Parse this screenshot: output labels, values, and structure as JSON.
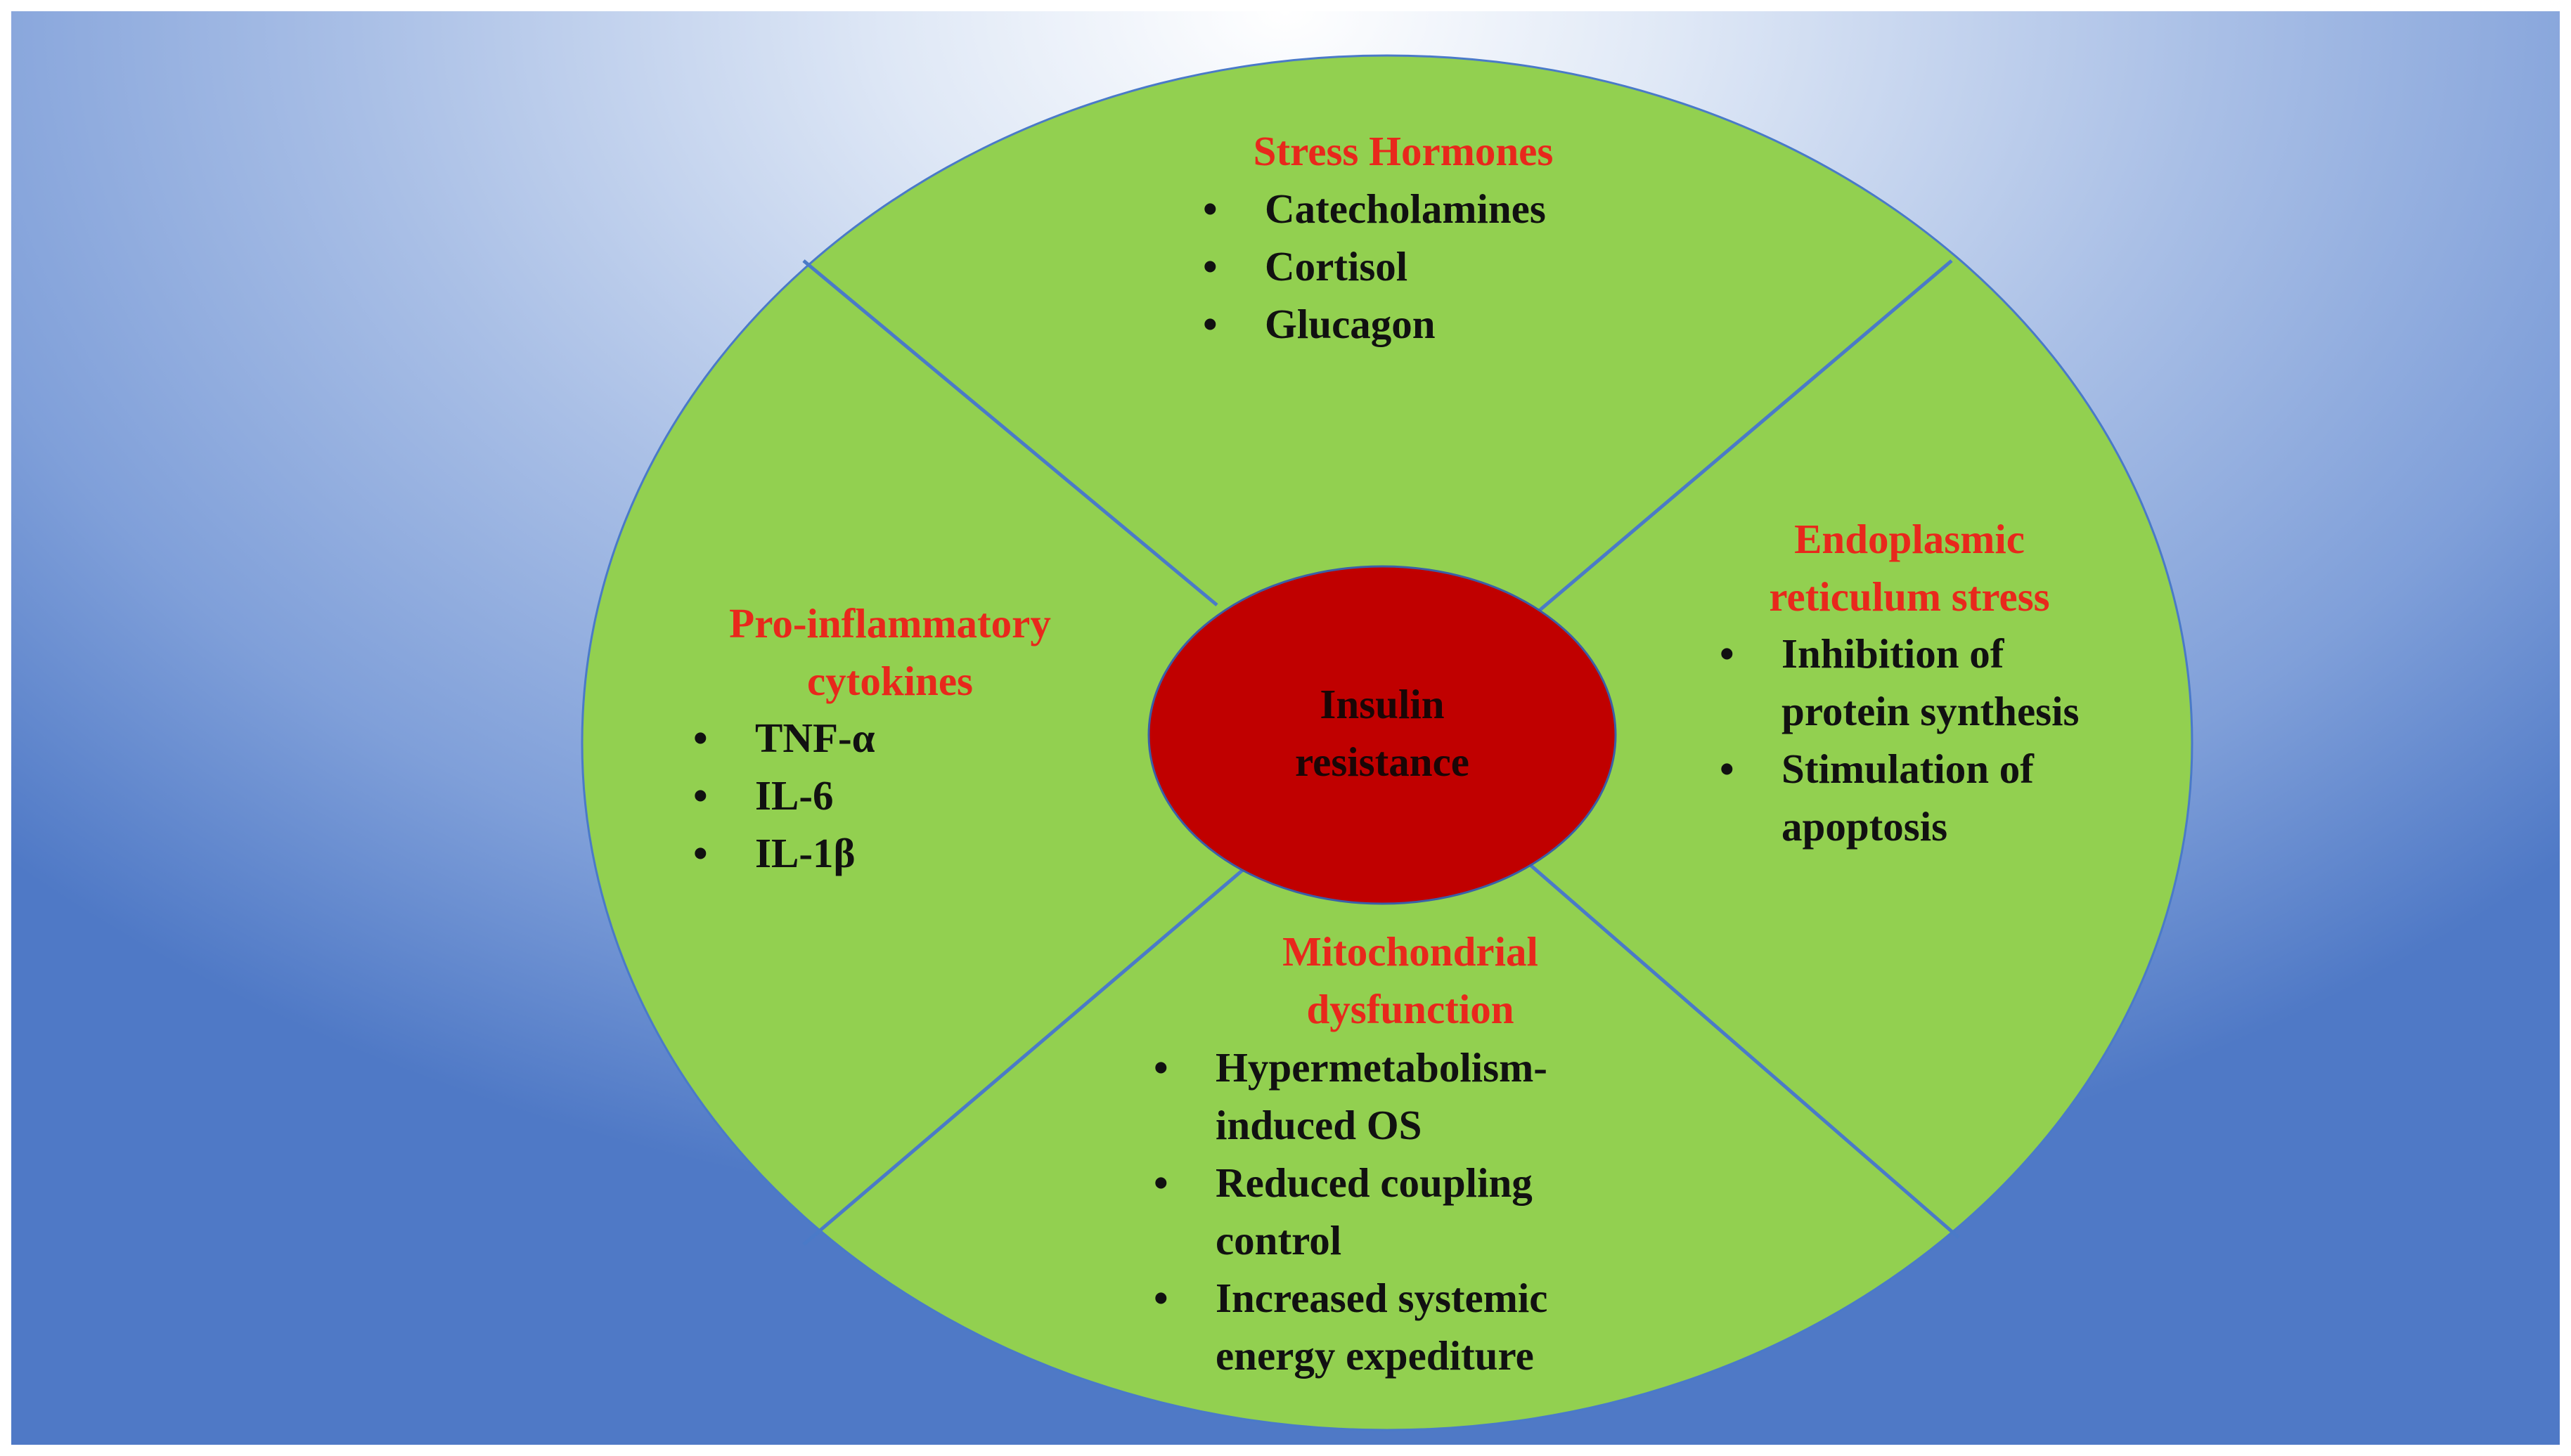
{
  "colors": {
    "ring_fill": "#92d050",
    "center_fill": "#c00000",
    "divider": "#4a7ac8",
    "heading_text": "#e8281c",
    "bullet_text": "#111111"
  },
  "center": {
    "label_lines": [
      "Insulin",
      "resistance"
    ]
  },
  "segments": {
    "top": {
      "heading_lines": [
        "Stress Hormones"
      ],
      "items": [
        "Catecholamines",
        "Cortisol",
        "Glucagon"
      ]
    },
    "left": {
      "heading_lines": [
        "Pro-inflammatory",
        "cytokines"
      ],
      "items": [
        "TNF-α",
        "IL-6",
        "IL-1β"
      ]
    },
    "right": {
      "heading_lines": [
        "Endoplasmic",
        "reticulum stress"
      ],
      "items": [
        "Inhibition of protein synthesis",
        "Stimulation of apoptosis"
      ]
    },
    "bottom": {
      "heading_lines": [
        "Mitochondrial",
        "dysfunction"
      ],
      "items": [
        "Hypermetabolism-induced OS",
        "Reduced coupling control",
        "Increased systemic energy expediture"
      ]
    }
  }
}
